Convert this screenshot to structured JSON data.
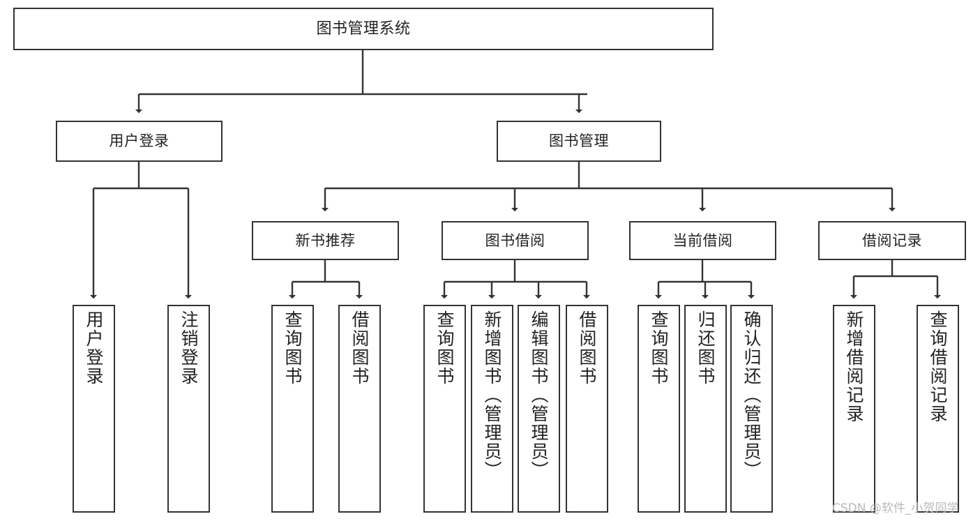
{
  "diagram": {
    "title": "图书管理系统",
    "type": "tree-hierarchy",
    "orientation": "top-down",
    "stroke_color": "#333333",
    "fill_color": "#ffffff",
    "text_color": "#222222"
  },
  "nodes": {
    "root": {
      "label": "图书管理系统"
    },
    "level2": [
      {
        "id": "user-login",
        "label": "用户登录"
      },
      {
        "id": "book-manage",
        "label": "图书管理"
      }
    ],
    "level3": [
      {
        "id": "new-book-rec",
        "label": "新书推荐"
      },
      {
        "id": "book-borrow",
        "label": "图书借阅"
      },
      {
        "id": "current-borrow",
        "label": "当前借阅"
      },
      {
        "id": "borrow-record",
        "label": "借阅记录"
      }
    ],
    "leaves": {
      "user_login": [
        {
          "id": "leaf-user-login",
          "label": "用户登录"
        },
        {
          "id": "leaf-logout",
          "label": "注销登录"
        }
      ],
      "new_book_rec": [
        {
          "id": "leaf-query-book-1",
          "label": "查询图书"
        },
        {
          "id": "leaf-borrow-book-1",
          "label": "借阅图书"
        }
      ],
      "book_borrow": [
        {
          "id": "leaf-query-book-2",
          "label": "查询图书"
        },
        {
          "id": "leaf-add-book",
          "label": "新增图书（管理员）"
        },
        {
          "id": "leaf-edit-book",
          "label": "编辑图书（管理员）"
        },
        {
          "id": "leaf-borrow-book-2",
          "label": "借阅图书"
        }
      ],
      "current_borrow": [
        {
          "id": "leaf-query-book-3",
          "label": "查询图书"
        },
        {
          "id": "leaf-return-book",
          "label": "归还图书"
        },
        {
          "id": "leaf-confirm-return",
          "label": "确认归还（管理员）"
        }
      ],
      "borrow_record": [
        {
          "id": "leaf-add-record",
          "label": "新增借阅记录"
        },
        {
          "id": "leaf-query-record",
          "label": "查询借阅记录"
        }
      ]
    }
  },
  "watermark": {
    "text": "CSDN @软件_小贺同学",
    "color": "#b9b9b9"
  }
}
